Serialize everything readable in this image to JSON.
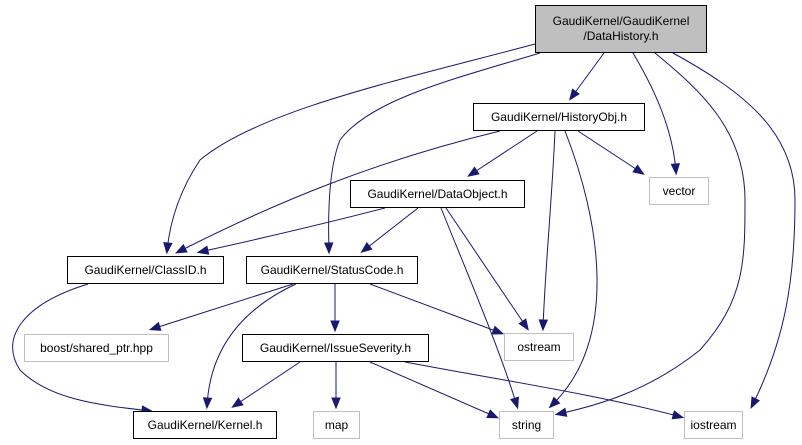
{
  "diagram": {
    "title": "GaudiKernel/DataHistory.h include dependency graph",
    "colors": {
      "edge": "#191970",
      "root_fill": "#bfbfbf",
      "internal_border": "#000000",
      "external_border": "#bfbfbf"
    },
    "nodes": [
      {
        "id": "datahistory",
        "label_line1": "GaudiKernel/GaudiKernel",
        "label_line2": "/DataHistory.h",
        "kind": "root"
      },
      {
        "id": "historyobj",
        "label": "GaudiKernel/HistoryObj.h",
        "kind": "internal"
      },
      {
        "id": "dataobject",
        "label": "GaudiKernel/DataObject.h",
        "kind": "internal"
      },
      {
        "id": "vector",
        "label": "vector",
        "kind": "external"
      },
      {
        "id": "classid",
        "label": "GaudiKernel/ClassID.h",
        "kind": "internal"
      },
      {
        "id": "statuscode",
        "label": "GaudiKernel/StatusCode.h",
        "kind": "internal"
      },
      {
        "id": "sharedptr",
        "label": "boost/shared_ptr.hpp",
        "kind": "external"
      },
      {
        "id": "issueseverity",
        "label": "GaudiKernel/IssueSeverity.h",
        "kind": "internal"
      },
      {
        "id": "ostream",
        "label": "ostream",
        "kind": "external"
      },
      {
        "id": "kernel",
        "label": "GaudiKernel/Kernel.h",
        "kind": "internal"
      },
      {
        "id": "map",
        "label": "map",
        "kind": "external"
      },
      {
        "id": "string",
        "label": "string",
        "kind": "external"
      },
      {
        "id": "iostream",
        "label": "iostream",
        "kind": "external"
      }
    ],
    "edges": [
      {
        "from": "datahistory",
        "to": "historyobj"
      },
      {
        "from": "datahistory",
        "to": "classid"
      },
      {
        "from": "datahistory",
        "to": "statuscode"
      },
      {
        "from": "datahistory",
        "to": "vector"
      },
      {
        "from": "datahistory",
        "to": "string"
      },
      {
        "from": "datahistory",
        "to": "iostream"
      },
      {
        "from": "historyobj",
        "to": "dataobject"
      },
      {
        "from": "historyobj",
        "to": "classid"
      },
      {
        "from": "historyobj",
        "to": "vector"
      },
      {
        "from": "historyobj",
        "to": "ostream"
      },
      {
        "from": "historyobj",
        "to": "string"
      },
      {
        "from": "dataobject",
        "to": "classid"
      },
      {
        "from": "dataobject",
        "to": "statuscode"
      },
      {
        "from": "dataobject",
        "to": "ostream"
      },
      {
        "from": "dataobject",
        "to": "string"
      },
      {
        "from": "classid",
        "to": "kernel"
      },
      {
        "from": "statuscode",
        "to": "sharedptr"
      },
      {
        "from": "statuscode",
        "to": "issueseverity"
      },
      {
        "from": "statuscode",
        "to": "ostream"
      },
      {
        "from": "statuscode",
        "to": "kernel"
      },
      {
        "from": "issueseverity",
        "to": "kernel"
      },
      {
        "from": "issueseverity",
        "to": "map"
      },
      {
        "from": "issueseverity",
        "to": "string"
      },
      {
        "from": "issueseverity",
        "to": "iostream"
      }
    ]
  }
}
